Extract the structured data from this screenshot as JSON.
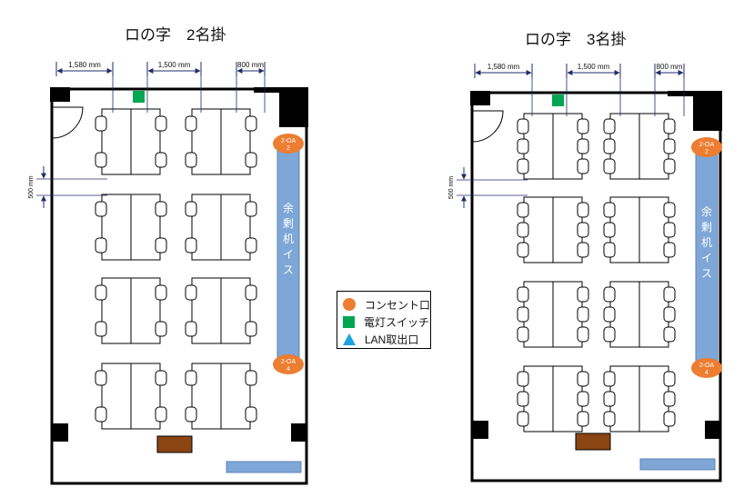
{
  "plans": [
    {
      "title": "ロの字　2名掛",
      "dims": {
        "d1580": "1,580 mm",
        "d1500": "1,500 mm",
        "d800": "800 mm",
        "d500": "500 mm"
      },
      "outlet_top": [
        "2-OA",
        "2"
      ],
      "outlet_bottom": [
        "2-OA",
        "4"
      ],
      "spare_label": [
        "余",
        "剰",
        "机",
        "イ",
        "ス"
      ]
    },
    {
      "title": "ロの字　3名掛",
      "dims": {
        "d1580": "1,580 mm",
        "d1500": "1,500 mm",
        "d800": "800 mm",
        "d500": "500 mm"
      },
      "outlet_top": [
        "2-OA",
        "2"
      ],
      "outlet_bottom": [
        "2-OA",
        "4"
      ],
      "spare_label": [
        "余",
        "剰",
        "机",
        "イ",
        "ス"
      ]
    }
  ],
  "legend": {
    "items": [
      {
        "label": "コンセント口",
        "color": "#ed7d31",
        "shape": "circle-icon"
      },
      {
        "label": "電灯スイッチ",
        "color": "#00a651",
        "shape": "square-icon"
      },
      {
        "label": "LAN取出口",
        "color": "#1aa3e0",
        "shape": "triangle-icon"
      }
    ]
  },
  "colors": {
    "outlet": "#ed7d31",
    "switch": "#00a651",
    "spare": "#7ea6d6",
    "podium": "#8b4513",
    "wall": "#000000",
    "dim_line": "#1f2d6b"
  }
}
